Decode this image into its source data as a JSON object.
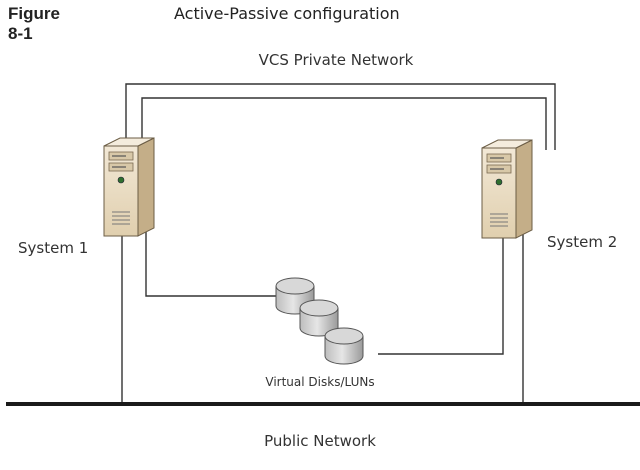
{
  "caption": {
    "figure_number": "Figure 8-1",
    "title": "Active-Passive configuration"
  },
  "diagram": {
    "private_network_label": "VCS Private Network",
    "public_network_label": "Public Network",
    "nodes": [
      {
        "id": "system1",
        "label": "System 1",
        "icon": "server-tower-icon"
      },
      {
        "id": "system2",
        "label": "System 2",
        "icon": "server-tower-icon"
      }
    ],
    "storage": {
      "label": "Virtual Disks/LUNs",
      "disk_count": 3,
      "icon": "disk-cylinder-icon"
    },
    "colors": {
      "line": "#333333",
      "server_body": "#eadcc4",
      "server_side": "#c9b592",
      "disk_light": "#e3e3e3",
      "disk_dark": "#9c9c9c"
    }
  }
}
